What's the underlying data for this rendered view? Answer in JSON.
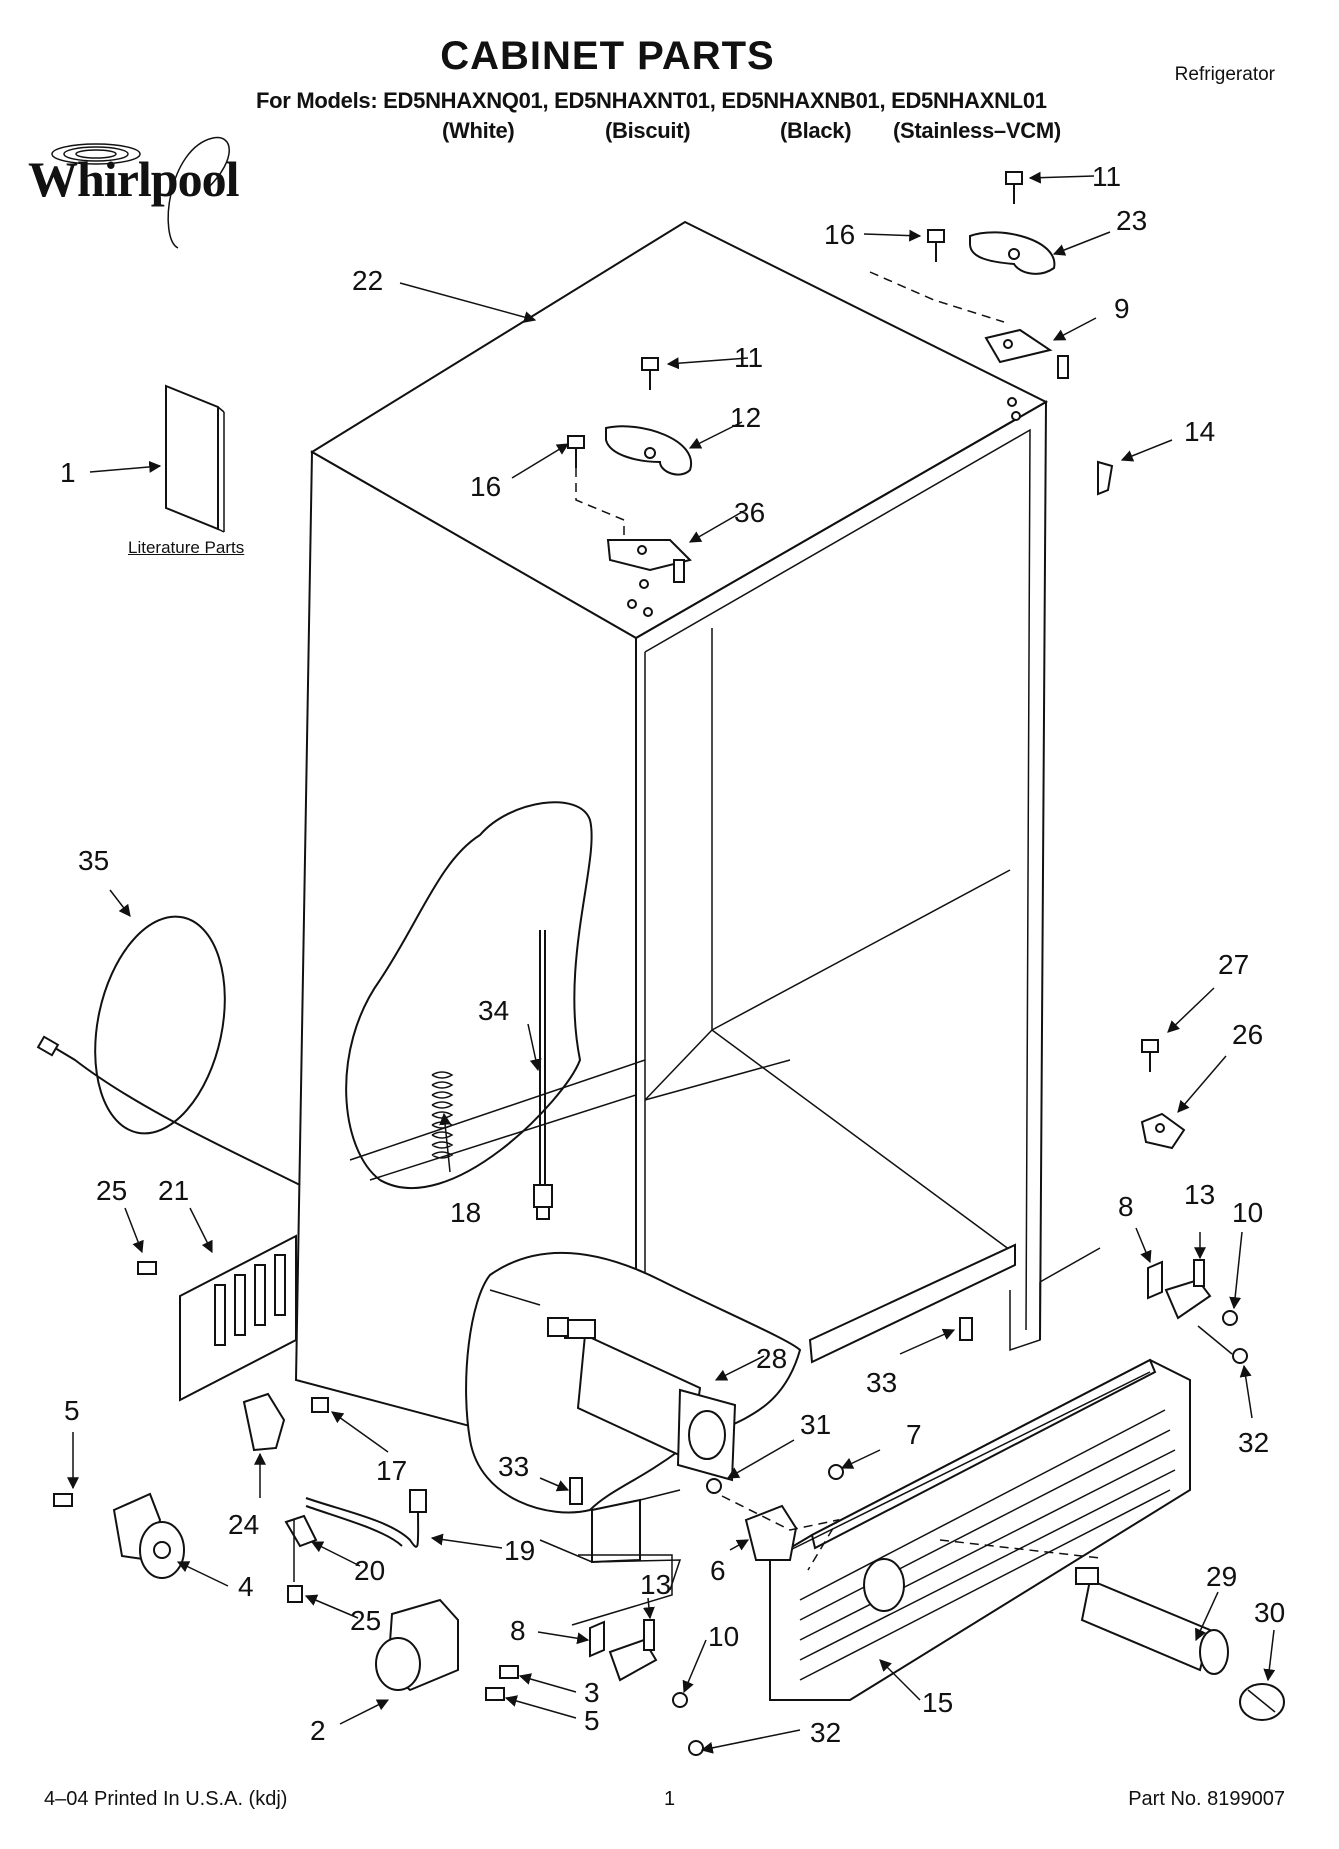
{
  "header": {
    "title": "CABINET PARTS",
    "category": "Refrigerator",
    "models_line": "For Models: ED5NHAXNQ01, ED5NHAXNT01, ED5NHAXNB01, ED5NHAXNL01",
    "colors": [
      "(White)",
      "(Biscuit)",
      "(Black)",
      "(Stainless–VCM)"
    ],
    "brand": "Whirlpool"
  },
  "diagram": {
    "literature_label": "Literature Parts",
    "callouts": {
      "c1": "1",
      "c2": "2",
      "c3": "3",
      "c4": "4",
      "c5a": "5",
      "c5b": "5",
      "c6": "6",
      "c7": "7",
      "c8a": "8",
      "c8b": "8",
      "c9": "9",
      "c10a": "10",
      "c10b": "10",
      "c11a": "11",
      "c11b": "11",
      "c12": "12",
      "c13a": "13",
      "c13b": "13",
      "c14": "14",
      "c15": "15",
      "c16a": "16",
      "c16b": "16",
      "c17": "17",
      "c18": "18",
      "c19": "19",
      "c20": "20",
      "c21": "21",
      "c22": "22",
      "c23": "23",
      "c24": "24",
      "c25a": "25",
      "c25b": "25",
      "c26": "26",
      "c27": "27",
      "c28": "28",
      "c29": "29",
      "c30": "30",
      "c31": "31",
      "c32a": "32",
      "c32b": "32",
      "c33a": "33",
      "c33b": "33",
      "c34": "34",
      "c35": "35",
      "c36": "36"
    }
  },
  "footer": {
    "print_info": "4–04 Printed In U.S.A. (kdj)",
    "page_number": "1",
    "part_number": "Part No. 8199007"
  }
}
